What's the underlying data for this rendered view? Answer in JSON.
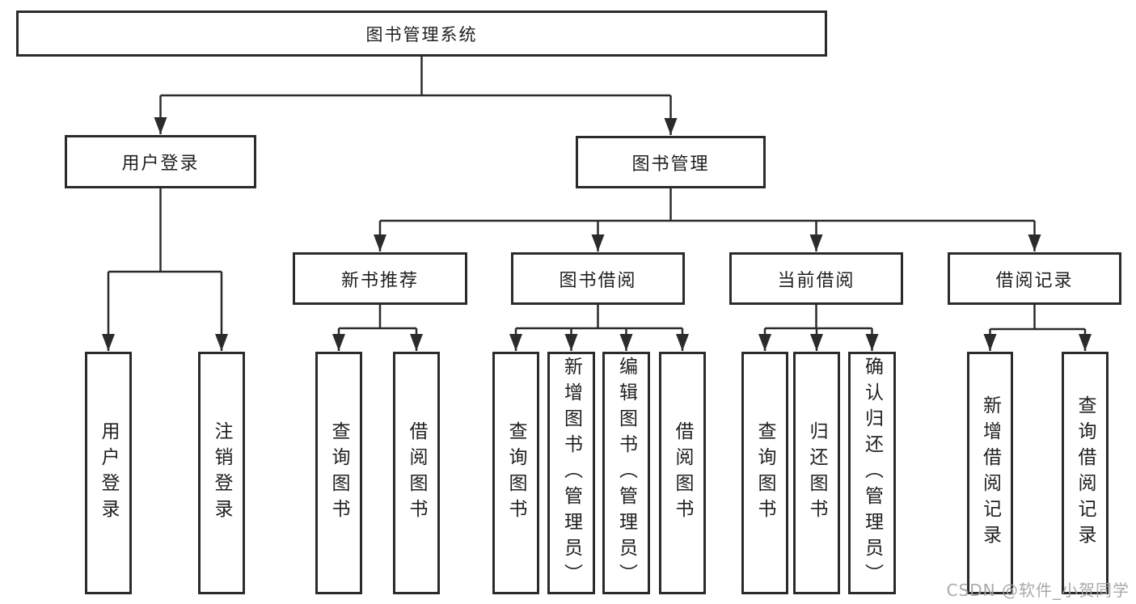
{
  "tree": {
    "root": {
      "label": "图书管理系统",
      "children": [
        {
          "label": "用户登录",
          "children": [
            {
              "label": "用户登录"
            },
            {
              "label": "注销登录"
            }
          ]
        },
        {
          "label": "图书管理",
          "children": [
            {
              "label": "新书推荐",
              "children": [
                {
                  "label": "查询图书"
                },
                {
                  "label": "借阅图书"
                }
              ]
            },
            {
              "label": "图书借阅",
              "children": [
                {
                  "label": "查询图书"
                },
                {
                  "label": "新增图书（管理员）"
                },
                {
                  "label": "编辑图书（管理员）"
                },
                {
                  "label": "借阅图书"
                }
              ]
            },
            {
              "label": "当前借阅",
              "children": [
                {
                  "label": "查询图书"
                },
                {
                  "label": "归还图书"
                },
                {
                  "label": "确认归还（管理员）"
                }
              ]
            },
            {
              "label": "借阅记录",
              "children": [
                {
                  "label": "新增借阅记录"
                },
                {
                  "label": "查询借阅记录"
                }
              ]
            }
          ]
        }
      ]
    }
  },
  "watermark": {
    "text": "CSDN @软件_小贺同学"
  },
  "colors": {
    "line": "#2b2b2b",
    "box_border": "#2b2b2b",
    "box_background": "#ffffff",
    "text": "#1f1f1f",
    "watermark": "#a4a4a4",
    "background": "#ffffff"
  }
}
